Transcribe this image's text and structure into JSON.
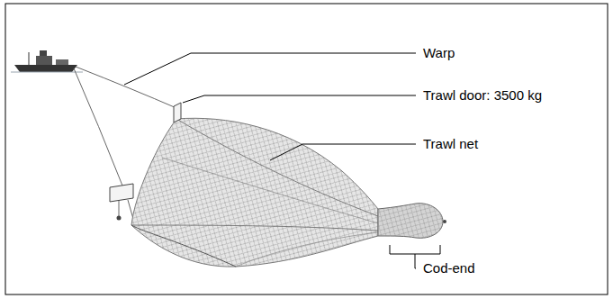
{
  "diagram": {
    "labels": [
      "Warp",
      "Trawl door: 3500 kg",
      "Trawl net",
      "Cod-end"
    ]
  }
}
